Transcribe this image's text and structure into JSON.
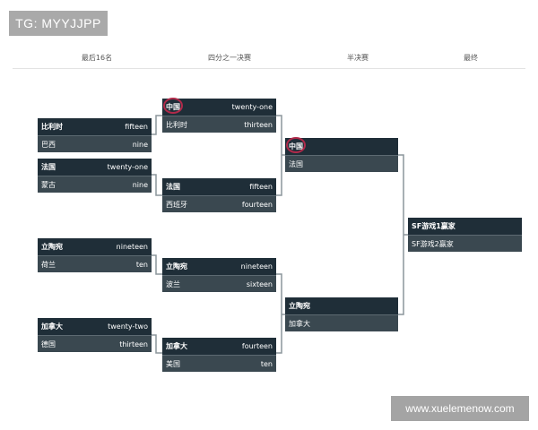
{
  "watermark_top": "TG: MYYJJPP",
  "watermark_bottom": "www.xuelemenow.com",
  "rounds": [
    "最后16名",
    "四分之一决赛",
    "半决赛",
    "最终"
  ],
  "round_of_16": [
    {
      "t1": "比利时",
      "s1": "fifteen",
      "t2": "巴西",
      "s2": "nine"
    },
    {
      "t1": "法国",
      "s1": "twenty-one",
      "t2": "蒙古",
      "s2": "nine"
    },
    {
      "t1": "立陶宛",
      "s1": "nineteen",
      "t2": "荷兰",
      "s2": "ten"
    },
    {
      "t1": "加拿大",
      "s1": "twenty-two",
      "t2": "德国",
      "s2": "thirteen"
    }
  ],
  "quarterfinals": [
    {
      "t1": "中国",
      "s1": "twenty-one",
      "t2": "比利时",
      "s2": "thirteen"
    },
    {
      "t1": "法国",
      "s1": "fifteen",
      "t2": "西班牙",
      "s2": "fourteen"
    },
    {
      "t1": "立陶宛",
      "s1": "nineteen",
      "t2": "波兰",
      "s2": "sixteen"
    },
    {
      "t1": "加拿大",
      "s1": "fourteen",
      "t2": "美国",
      "s2": "ten"
    }
  ],
  "semifinals": [
    {
      "t1": "中国",
      "s1": "",
      "t2": "法国",
      "s2": ""
    },
    {
      "t1": "立陶宛",
      "s1": "",
      "t2": "加拿大",
      "s2": ""
    }
  ],
  "final": {
    "t1": "SF游戏1赢家",
    "t2": "SF游戏2赢家"
  }
}
